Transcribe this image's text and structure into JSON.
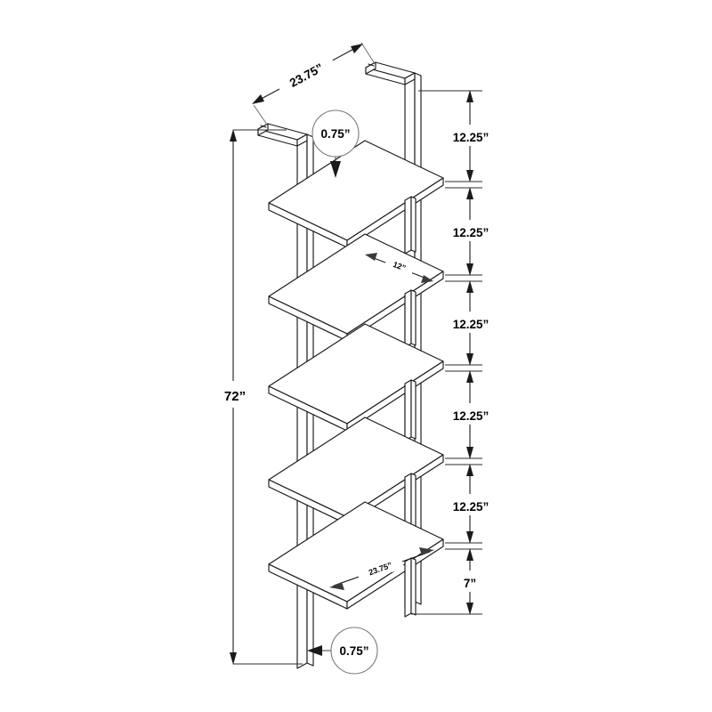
{
  "drawing": {
    "title": "Ladder Bookcase Dimension Drawing",
    "units": "inches",
    "view": "isometric",
    "shelf_count": 5,
    "line_color": "#1a1a1a",
    "background_color": "#ffffff",
    "balloon_stroke_color": "#7a7a7a"
  },
  "dimensions": {
    "overall_height": "72”",
    "shelf_width_top": "23.75”",
    "shelf_width_bottom": "23.75”",
    "shelf_depth": "12”",
    "material_thickness_top": "0.75”",
    "material_thickness_bottom": "0.75”",
    "bottom_clearance": "7”",
    "shelf_gaps": [
      "12.25”",
      "12.25”",
      "12.25”",
      "12.25”",
      "12.25”"
    ]
  },
  "labels": {
    "height_label": "72”",
    "width_label_top": "23.75”",
    "width_label_bottom": "23.75”",
    "depth_label": "12”",
    "thickness_label_top": "0.75”",
    "thickness_label_bottom": "0.75”",
    "clearance_label": "7”",
    "gap_label_1": "12.25”",
    "gap_label_2": "12.25”",
    "gap_label_3": "12.25”",
    "gap_label_4": "12.25”",
    "gap_label_5": "12.25”"
  }
}
